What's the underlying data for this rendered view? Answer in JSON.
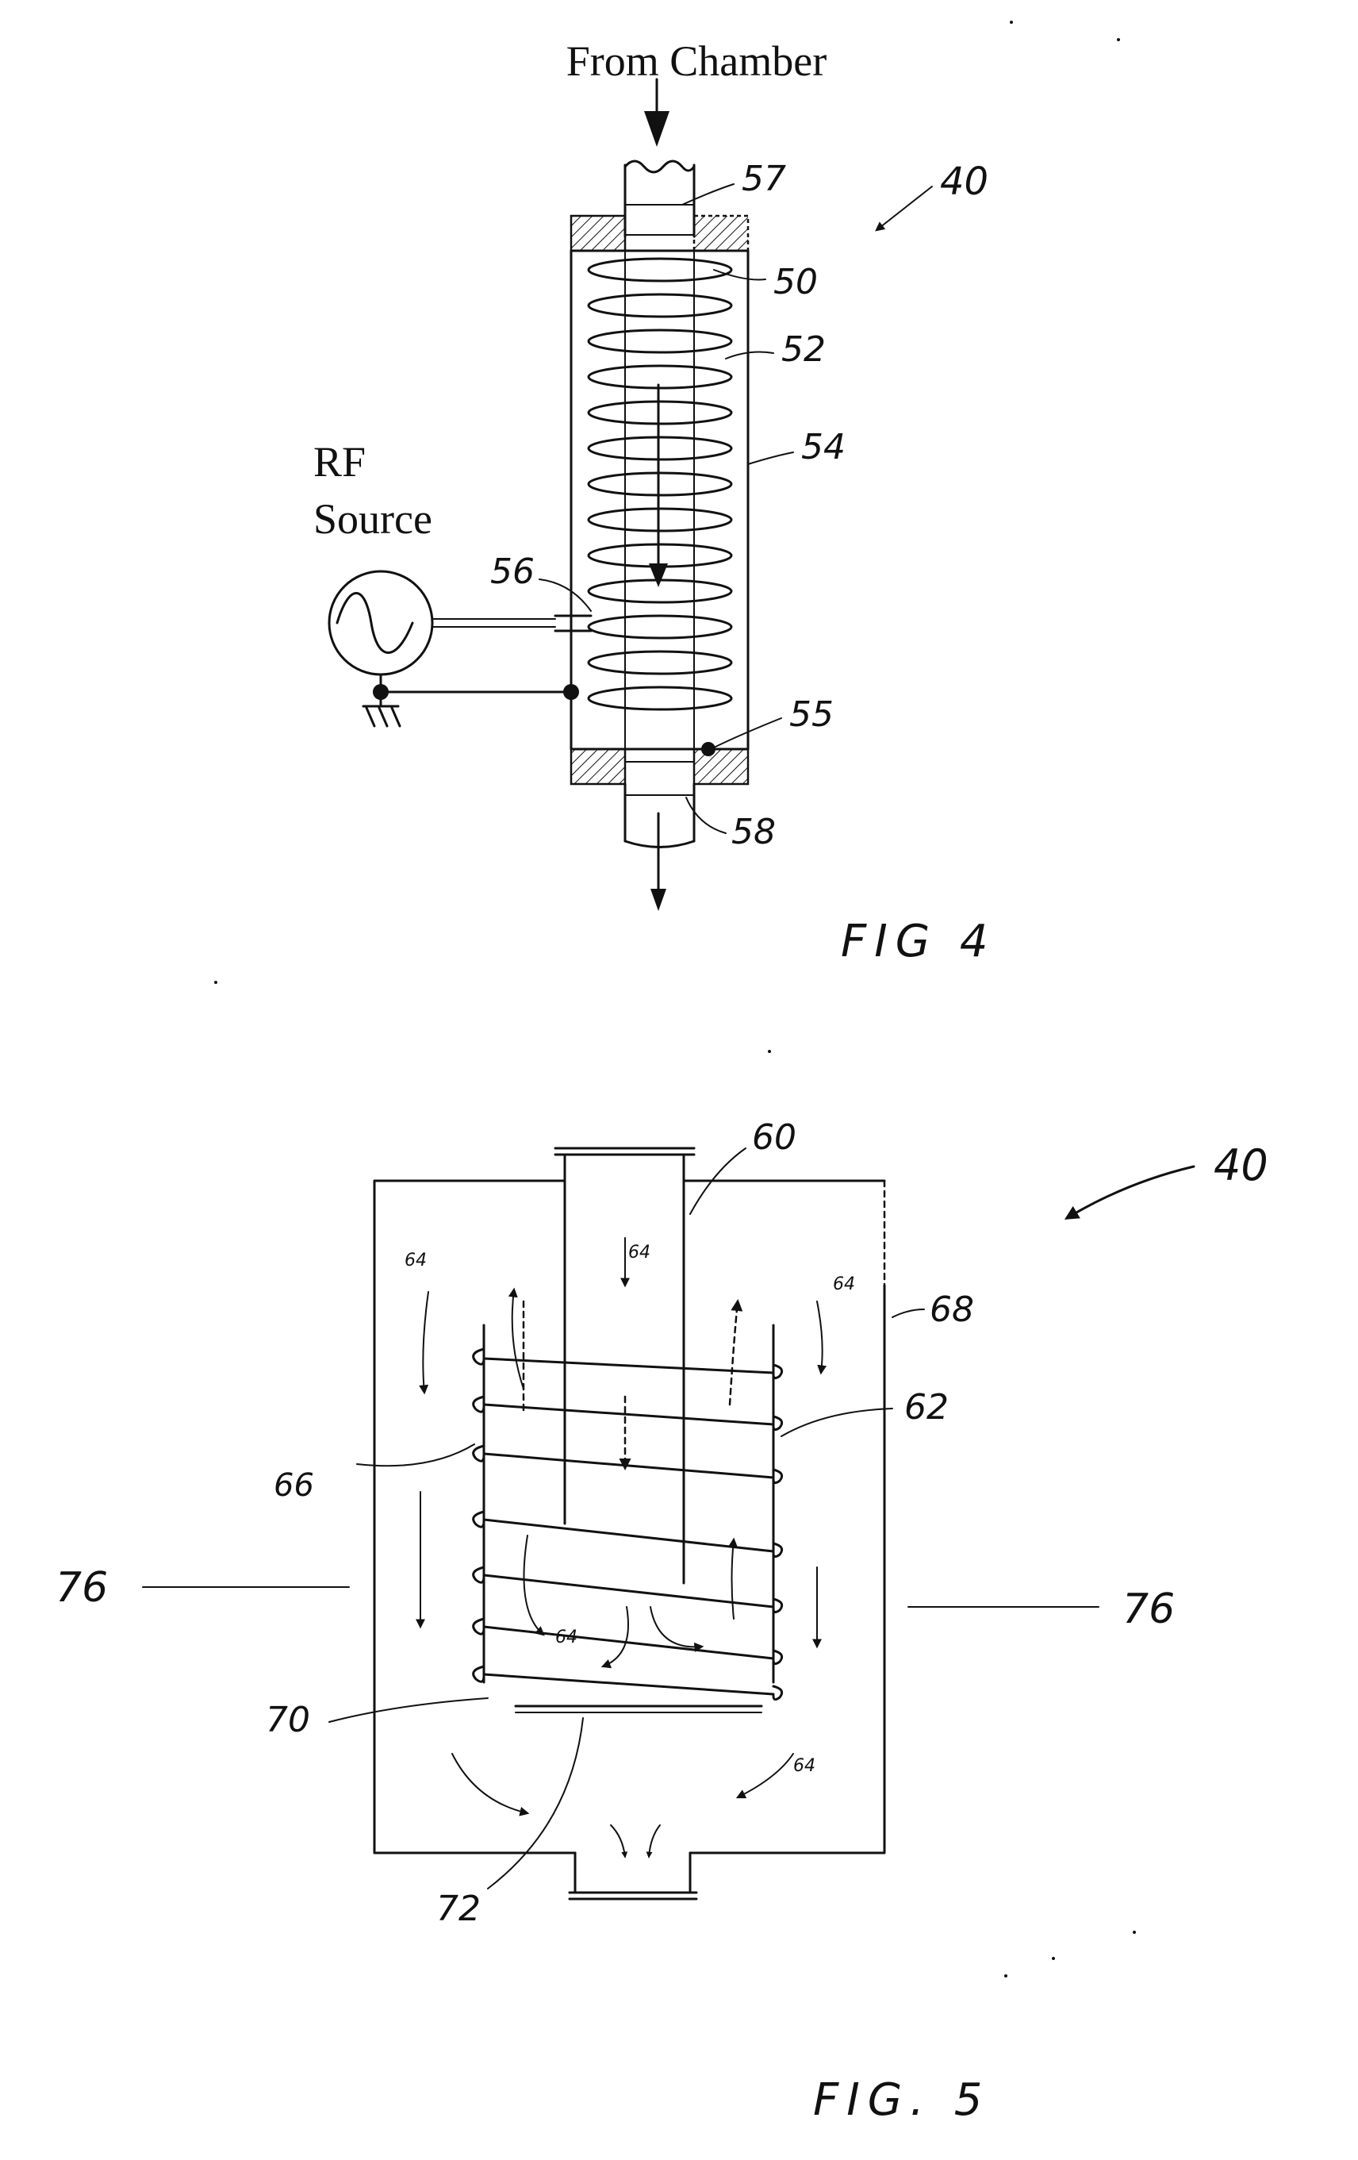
{
  "fig4": {
    "inlet_label": "From Chamber",
    "source_label_1": "RF",
    "source_label_2": "Source",
    "ref_40": "40",
    "ref_57": "57",
    "ref_50": "50",
    "ref_52": "52",
    "ref_54": "54",
    "ref_56": "56",
    "ref_55": "55",
    "ref_58": "58",
    "caption": "FIG 4"
  },
  "fig5": {
    "ref_40": "40",
    "ref_60": "60",
    "ref_64_a": "64",
    "ref_64_b": "64",
    "ref_64_c": "64",
    "ref_64_d": "64",
    "ref_64_e": "64",
    "ref_68": "68",
    "ref_62": "62",
    "ref_66": "66",
    "ref_76_left": "76",
    "ref_76_right": "76",
    "ref_70": "70",
    "ref_72": "72",
    "caption": "FIG. 5"
  }
}
